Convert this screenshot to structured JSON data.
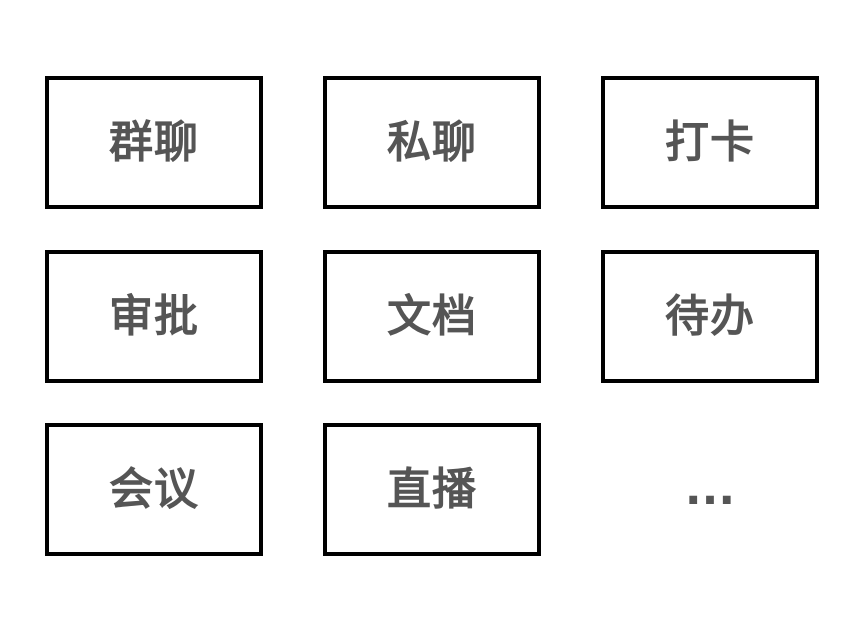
{
  "tiles": [
    {
      "label": "群聊"
    },
    {
      "label": "私聊"
    },
    {
      "label": "打卡"
    },
    {
      "label": "审批"
    },
    {
      "label": "文档"
    },
    {
      "label": "待办"
    },
    {
      "label": "会议"
    },
    {
      "label": "直播"
    }
  ],
  "more": {
    "label": "..."
  },
  "colors": {
    "border": "#000000",
    "text": "#555555",
    "background": "#ffffff"
  }
}
